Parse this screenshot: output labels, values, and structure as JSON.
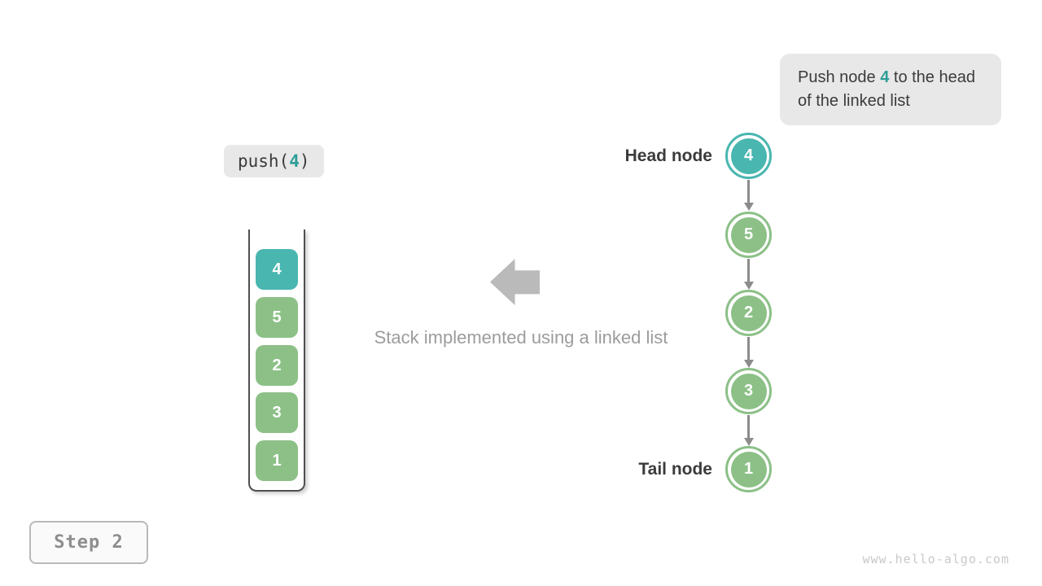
{
  "colors": {
    "accent_teal": "#49b6b0",
    "accent_teal_text": "#2f9d98",
    "node_green": "#8cc087",
    "connector_gray": "#8c8c8c",
    "big_arrow_gray": "#bababa",
    "muted_text": "#9c9c9c",
    "dark_text": "#3b3b3b",
    "label_bg": "#e8e8e8",
    "container_border": "#4f4f4f",
    "step_border": "#b9b9b9",
    "step_bg": "#fafafa",
    "step_text": "#8e8e8e",
    "watermark_text": "#c9c9c9"
  },
  "annotation": {
    "prefix": "Push node ",
    "highlight": "4",
    "suffix": " to the head of the linked list"
  },
  "operation": {
    "prefix": "push(",
    "highlight": "4",
    "suffix": ")"
  },
  "stack": {
    "items": [
      {
        "value": "4",
        "highlight": true
      },
      {
        "value": "5",
        "highlight": false
      },
      {
        "value": "2",
        "highlight": false
      },
      {
        "value": "3",
        "highlight": false
      },
      {
        "value": "1",
        "highlight": false
      }
    ]
  },
  "caption": "Stack implemented using a linked list",
  "linked_list": {
    "head_label": "Head node",
    "tail_label": "Tail node",
    "nodes": [
      {
        "value": "4",
        "highlight": true
      },
      {
        "value": "5",
        "highlight": false
      },
      {
        "value": "2",
        "highlight": false
      },
      {
        "value": "3",
        "highlight": false
      },
      {
        "value": "1",
        "highlight": false
      }
    ]
  },
  "step": {
    "label": "Step 2"
  },
  "watermark": "www.hello-algo.com"
}
